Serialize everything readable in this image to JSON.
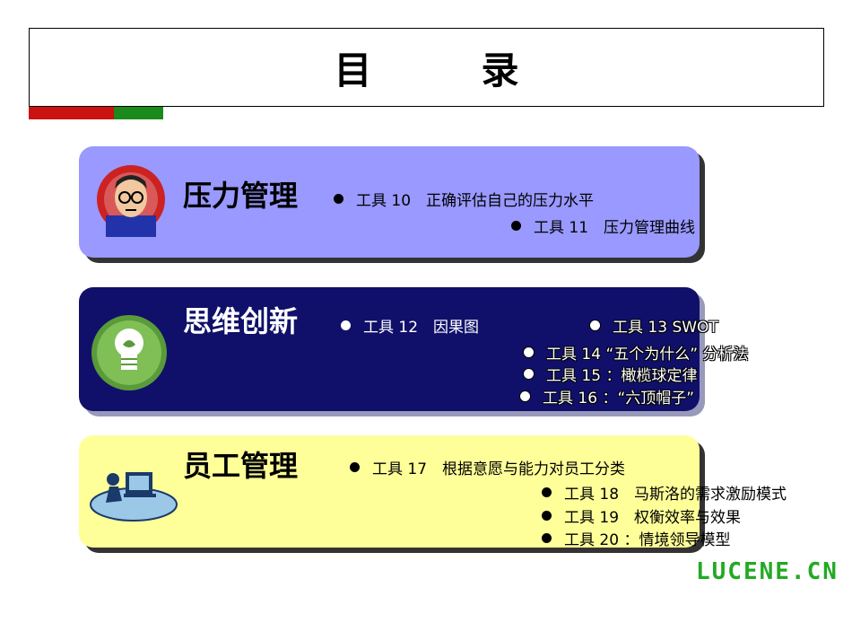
{
  "title": "目　录",
  "sections": [
    {
      "heading": "压力管理",
      "items": [
        "工具 10　正确评估自己的压力水平",
        "工具 11　压力管理曲线"
      ]
    },
    {
      "heading": "思维创新",
      "items": [
        "工具 12　因果图",
        "工具 13 SWOT",
        "工具 14 “五个为什么” 分析法",
        "工具 15 ：橄榄球定律",
        "工具 16 ：“六顶帽子”"
      ]
    },
    {
      "heading": "员工管理",
      "items": [
        "工具 17　根据意愿与能力对员工分类",
        "工具 18　马斯洛的需求激励模式",
        "工具 19　权衡效率与效果",
        "工具 20 ：情境领导模型"
      ]
    }
  ],
  "watermark": "LUCENE.CN",
  "colors": {
    "panel1": "#9999ff",
    "panel2": "#10106a",
    "panel3": "#ffff99",
    "accent_red": "#cc1111",
    "accent_green": "#1a8a1a"
  },
  "icons": [
    "stressed-man-icon",
    "light-bulb-icon",
    "computer-user-icon"
  ]
}
